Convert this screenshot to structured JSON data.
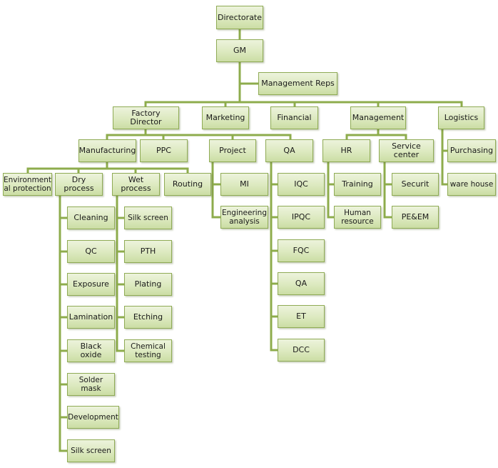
{
  "line_color": "#8eac4c",
  "box_fill": "#dce9bf",
  "box_border": "#8fab55",
  "nodes": {
    "directorate": "Directorate",
    "gm": "GM",
    "management_reps": "Management  Reps",
    "factory_director": "Factory Director",
    "marketing": "Marketing",
    "financial": "Financial",
    "management": "Management",
    "logistics": "Logistics",
    "manufacturing": "Manufacturing",
    "ppc": "PPC",
    "project": "Project",
    "qa_dept": "QA",
    "hr": "HR",
    "service_center": "Service center",
    "purchasing": "Purchasing",
    "ware_house": "ware house",
    "environmental_protection": "Environment al protection",
    "dry_process": "Dry process",
    "wet_process": "Wet process",
    "routing": "Routing",
    "mi": "MI",
    "engineering_analysis": "Engineering analysis",
    "iqc": "IQC",
    "ipqc": "IPQC",
    "fqc": "FQC",
    "qa_sub": "QA",
    "et": "ET",
    "dcc": "DCC",
    "training": "Training",
    "human_resource": "Human resource",
    "securit": "Securit",
    "pe_em": "PE&EM",
    "cleaning": "Cleaning",
    "qc": "QC",
    "exposure": "Exposure",
    "lamination": "Lamination",
    "black_oxide": "Black oxide",
    "solder_mask": "Solder mask",
    "development": "Development",
    "dry_silk_screen": "Silk screen",
    "wet_silk_screen": "Silk screen",
    "pth": "PTH",
    "plating": "Plating",
    "etching": "Etching",
    "chemical_testing": "Chemical testing"
  }
}
